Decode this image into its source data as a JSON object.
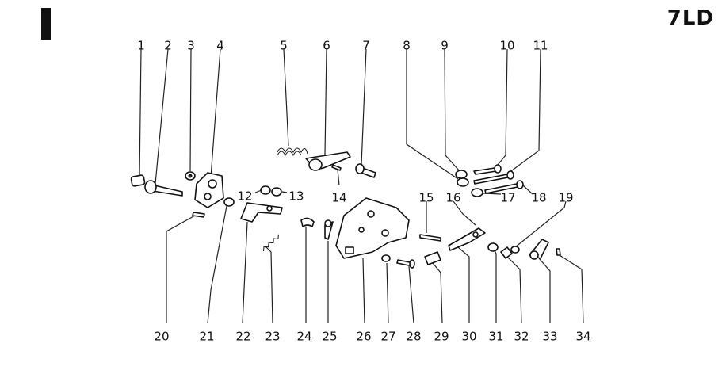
{
  "header": {
    "model_code": "7LD"
  },
  "callouts": [
    "1",
    "2",
    "3",
    "4",
    "5",
    "6",
    "7",
    "8",
    "9",
    "10",
    "11",
    "12",
    "13",
    "14",
    "15",
    "16",
    "17",
    "18",
    "19",
    "20",
    "21",
    "22",
    "23",
    "24",
    "25",
    "26",
    "27",
    "28",
    "29",
    "30",
    "31",
    "32",
    "33",
    "34"
  ]
}
